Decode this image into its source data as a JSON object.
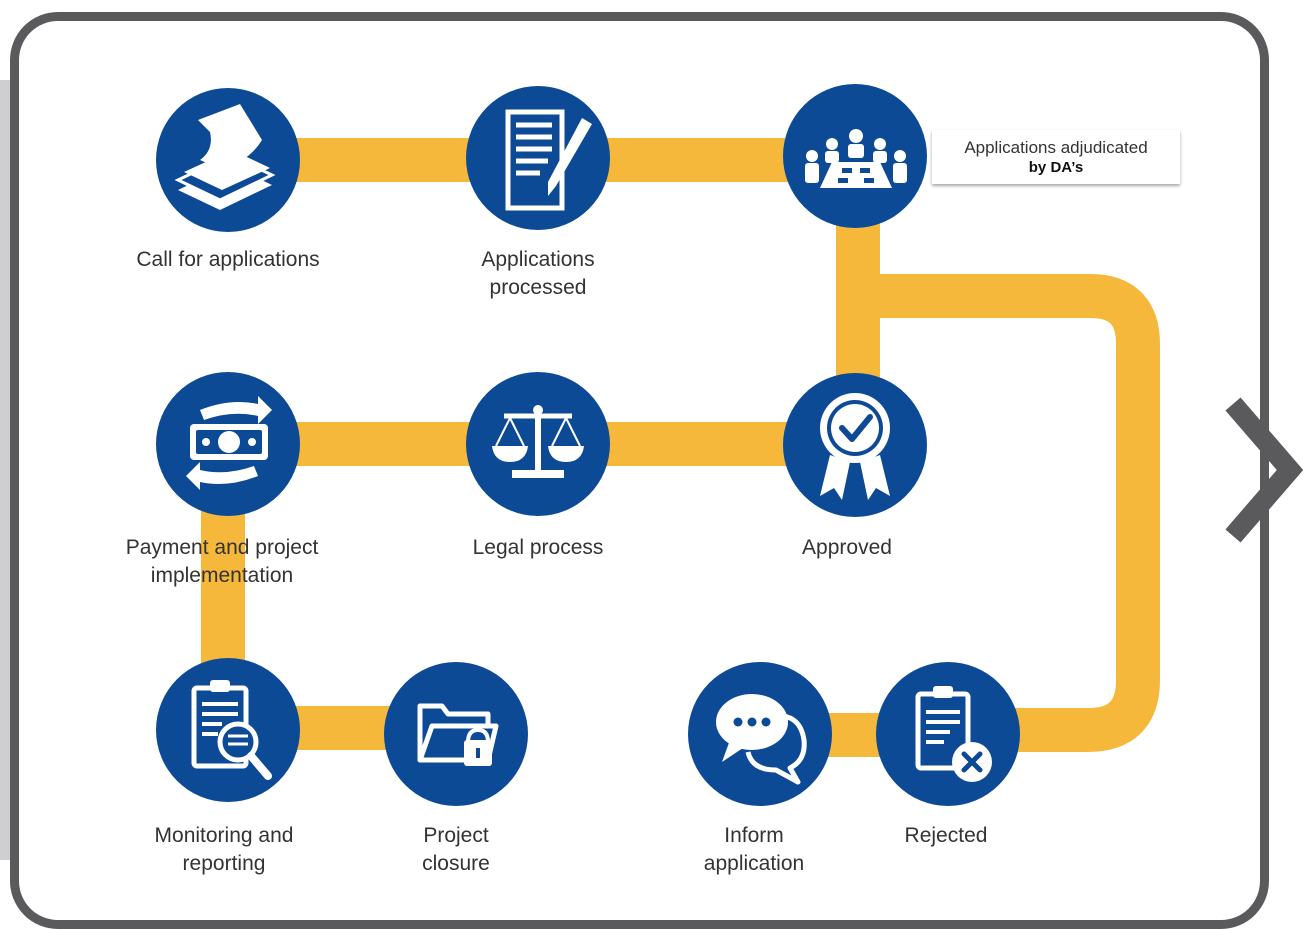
{
  "colors": {
    "node_fill": "#0d4a96",
    "path": "#f6b83a",
    "frame": "#5a5a5c",
    "icon": "#ffffff"
  },
  "steps": [
    {
      "id": "call",
      "label": "Call for applications",
      "icon": "papers-stack-icon"
    },
    {
      "id": "processed",
      "label": "Applications\nprocessed",
      "icon": "document-pen-icon"
    },
    {
      "id": "adjudicated",
      "label": "",
      "icon": "meeting-table-icon"
    },
    {
      "id": "approved",
      "label": "Approved",
      "icon": "award-ribbon-check-icon"
    },
    {
      "id": "legal",
      "label": "Legal process",
      "icon": "scales-icon"
    },
    {
      "id": "payment",
      "label": "Payment and project\nimplementation",
      "icon": "money-transfer-icon"
    },
    {
      "id": "monitoring",
      "label": "Monitoring and\nreporting",
      "icon": "clipboard-magnifier-icon"
    },
    {
      "id": "closure",
      "label": "Project\nclosure",
      "icon": "folder-lock-icon"
    },
    {
      "id": "inform",
      "label": "Inform\napplication",
      "icon": "chat-bubbles-icon"
    },
    {
      "id": "rejected",
      "label": "Rejected",
      "icon": "clipboard-reject-icon"
    }
  ],
  "callout": {
    "line1": "Applications adjudicated",
    "line2": "by DA’s"
  },
  "navigation": {
    "next_icon": "chevron-right-icon"
  }
}
